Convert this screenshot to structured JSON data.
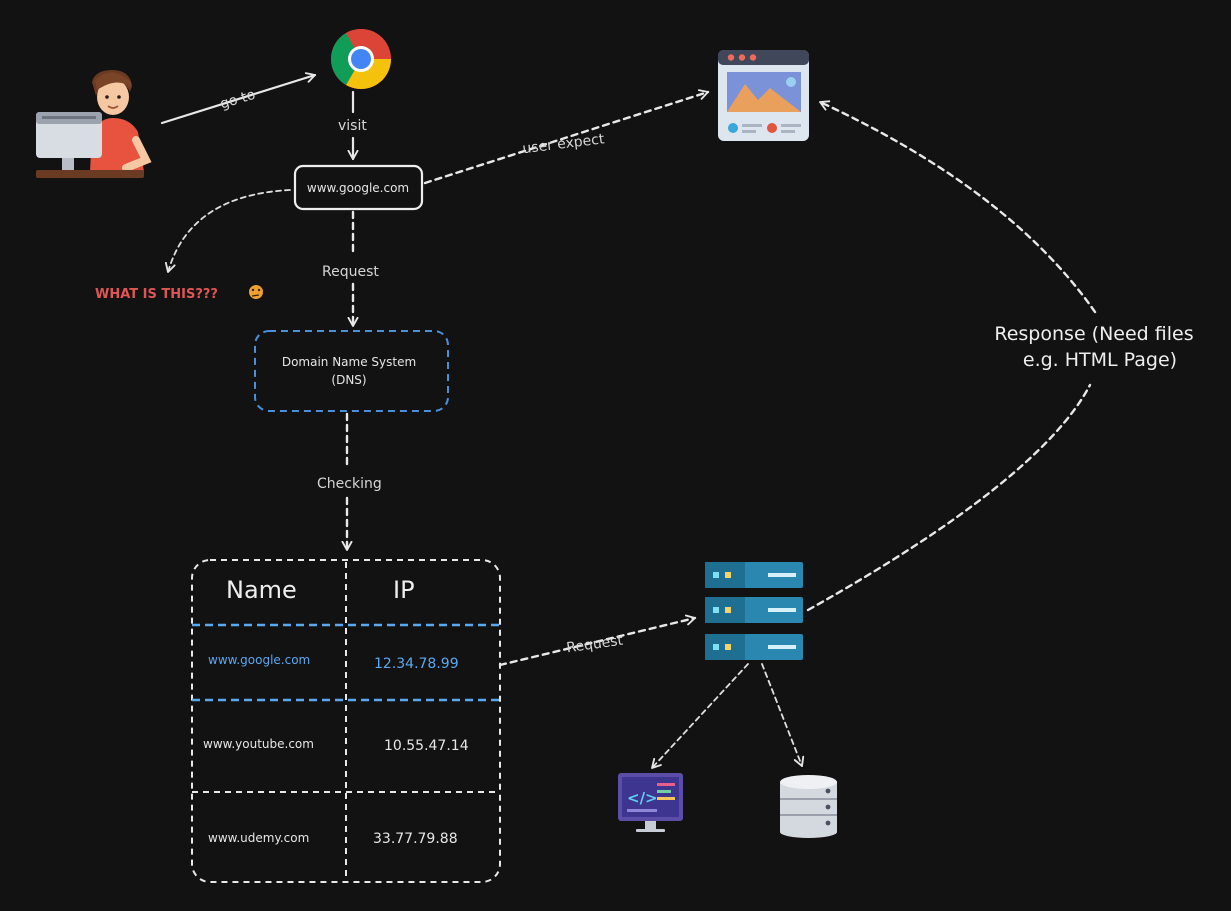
{
  "labels": {
    "go_to": "go to",
    "visit": "visit",
    "user_expect": "user expect",
    "request_1": "Request",
    "checking": "Checking",
    "request_2": "Request",
    "response_line1": "Response (Need files",
    "response_line2": "e.g. HTML Page)",
    "what_is_this": "WHAT IS THIS???"
  },
  "url_box": {
    "text": "www.google.com"
  },
  "dns_box": {
    "line1": "Domain Name System",
    "line2": "(DNS)"
  },
  "table": {
    "headers": {
      "name": "Name",
      "ip": "IP"
    },
    "rows": [
      {
        "name": "www.google.com",
        "ip": "12.34.78.99",
        "highlighted": true
      },
      {
        "name": "www.youtube.com",
        "ip": "10.55.47.14",
        "highlighted": false
      },
      {
        "name": "www.udemy.com",
        "ip": "33.77.79.88",
        "highlighted": false
      }
    ]
  },
  "icons": {
    "user": "person-at-computer-icon",
    "browser": "chrome-icon",
    "webpage": "webpage-window-icon",
    "server": "server-rack-icon",
    "code": "code-monitor-icon",
    "database": "database-icon",
    "emoji": "thinking-emoji-icon"
  },
  "colors": {
    "background": "#121212",
    "line": "#e8e8e8",
    "dns_border": "#4a90d9",
    "highlight_text": "#5aa8f0",
    "warning_text": "#e05555"
  }
}
